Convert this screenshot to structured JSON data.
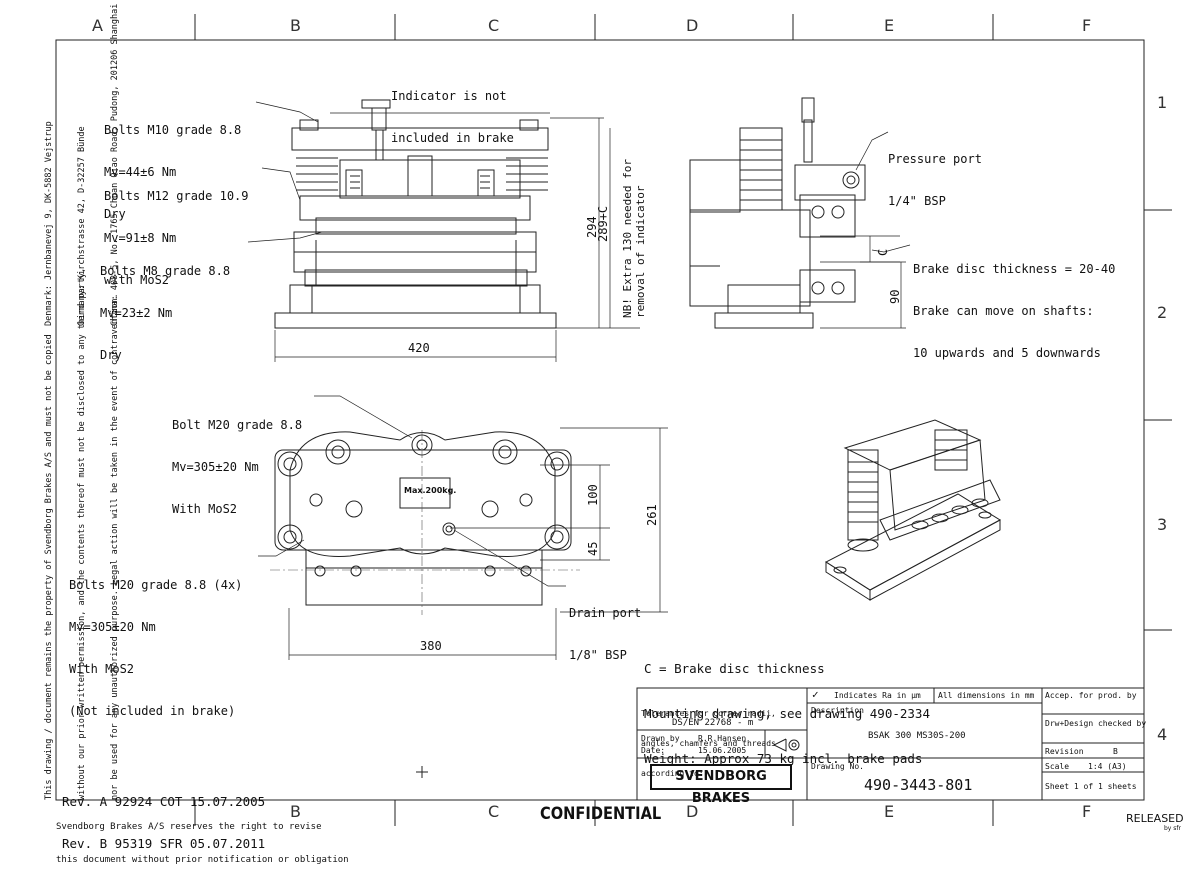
{
  "grid": {
    "columns": [
      "A",
      "B",
      "C",
      "D",
      "E",
      "F"
    ],
    "rows": [
      "1",
      "2",
      "3",
      "4"
    ]
  },
  "notes": {
    "indicator": [
      "Indicator is not",
      "included in brake"
    ],
    "bolts_m10": [
      "Bolts M10 grade 8.8",
      "Mv=44±6 Nm",
      "Dry"
    ],
    "bolts_m12": [
      "Bolts M12 grade 10.9",
      "Mv=91±8 Nm",
      "with MoS2"
    ],
    "bolts_m8": [
      "Bolts M8 grade 8.8",
      "Mv=23±2 Nm",
      "Dry"
    ],
    "pressure_port": [
      "Pressure port",
      "1/4\" BSP"
    ],
    "disc_thickness": [
      "Brake disc thickness = 20-40",
      "Brake can move on shafts:",
      "10 upwards and 5 downwards"
    ],
    "bolt_m20": [
      "Bolt M20 grade 8.8",
      "Mv=305±20 Nm",
      "With MoS2"
    ],
    "bolts_m20_4x": [
      "Bolts M20 grade 8.8 (4x)",
      "Mv=305±20 Nm",
      "With MoS2",
      "(Not included in brake)"
    ],
    "drain_port": [
      "Drain port",
      "1/8\" BSP"
    ],
    "general": [
      "C = Brake disc thickness",
      "Mounting drawing, see drawing 490-2334",
      "Weight: Approx 73 kg incl. brake pads"
    ],
    "nb_extra": "NB! Extra 130 needed for removal of indicator",
    "max_label": "Max.200kg."
  },
  "dimensions": {
    "d420": "420",
    "d294": "294",
    "d289c": "289+C",
    "d90": "90",
    "dc": "C",
    "d380": "380",
    "d100": "100",
    "d45": "45",
    "d261": "261"
  },
  "left_margin": {
    "addresses": [
      "Denmark: Jernbanevej 9, DK-5882 Vejstrup",
      "Germany: Kirchstrasse 42, D-32257 Bünde",
      "China: 408-5, No. 1765 Chuan Qiao Road, Pudong, 201206 Shanghai"
    ],
    "copyright": [
      "This drawing / document remains the property of Svendborg Brakes A/S and must not be copied",
      "without our prior written permission, and the contents thereof must not be disclosed to any third party,",
      "nor be used for any unauthorized purpose. Legal action will be taken in the event of contravention."
    ]
  },
  "revisions": [
    "Rev. A 92924 COT 15.07.2005",
    "Rev. B 95319 SFR 05.07.2011"
  ],
  "reserve_note": [
    "Svendborg Brakes A/S reserves the right to revise",
    "this document without prior notification or obligation"
  ],
  "title_block": {
    "tolerances": [
      "Tolerances for corner radii,",
      "angles, chamfers and threads",
      "according to:"
    ],
    "standard": "DS/EN 22768 - m",
    "drawn_by_label": "Drawn by",
    "drawn_by": "R.R.Hansen",
    "date_label": "Date:",
    "date": "15.06.2005",
    "indicates_ra": "Indicates Ra in µm",
    "all_dimensions": "All dimensions in mm",
    "description_label": "Description",
    "description": "BSAK 300 MS30S-200",
    "drawing_no_label": "Drawing No.",
    "drawing_no": "490-3443-801",
    "accep": "Accep. for prod. by",
    "checked": "Drw+Design checked by",
    "revision_label": "Revision",
    "revision": "B",
    "scale_label": "Scale",
    "scale": "1:4 (A3)",
    "sheet": "Sheet 1 of 1 sheets",
    "company": "SVENDBORG BRAKES"
  },
  "stamps": {
    "confidential": "CONFIDENTIAL",
    "released": "RELEASED",
    "released_by": "by sfr"
  }
}
